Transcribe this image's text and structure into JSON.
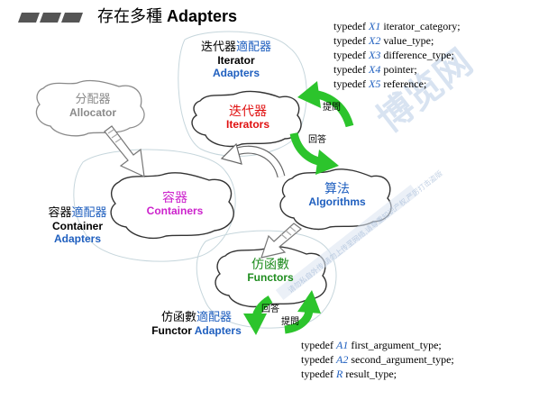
{
  "title": {
    "zh": "存在多種",
    "en": "Adapters"
  },
  "colors": {
    "black": "#000000",
    "blue": "#1f5fbf",
    "red": "#e01010",
    "magenta": "#cc22cc",
    "green": "#1e8c1e",
    "grey": "#8a8a8a",
    "arrowGreen": "#2cc42c",
    "watermark": "#b9cde6"
  },
  "iterator_adapters": {
    "zh_a": "迭代器",
    "zh_b": "適配器",
    "en_a": "Iterator",
    "en_b": "Adapters"
  },
  "allocator": {
    "zh": "分配器",
    "en": "Allocator"
  },
  "iterators": {
    "zh": "迭代器",
    "en": "Iterators"
  },
  "containers": {
    "zh": "容器",
    "en": "Containers"
  },
  "container_adapters": {
    "zh_a": "容器",
    "zh_b": "適配器",
    "en_a": "Container",
    "en_b": "Adapters"
  },
  "algorithms": {
    "zh": "算法",
    "en": "Algorithms"
  },
  "functors": {
    "zh": "仿函數",
    "en": "Functors"
  },
  "functor_adapters": {
    "zh_a": "仿函數",
    "zh_b": "適配器",
    "en_a": "Functor",
    "en_b": "Adapters"
  },
  "arrow_labels": {
    "ask_top": "提問",
    "answer_top": "回答",
    "answer_bottom": "回答",
    "ask_bottom": "提問"
  },
  "iterator_typedefs": [
    {
      "kw": "typedef",
      "var": "X1",
      "name": "iterator_category;"
    },
    {
      "kw": "typedef",
      "var": "X2",
      "name": "value_type;"
    },
    {
      "kw": "typedef",
      "var": "X3",
      "name": "difference_type;"
    },
    {
      "kw": "typedef",
      "var": "X4",
      "name": "pointer;"
    },
    {
      "kw": "typedef",
      "var": "X5",
      "name": "reference;"
    }
  ],
  "functor_typedefs": [
    {
      "kw": "typedef",
      "var": "A1",
      "name": "first_argument_type;"
    },
    {
      "kw": "typedef",
      "var": "A2",
      "name": "second_argument_type;"
    },
    {
      "kw": "typedef",
      "var": "R",
      "name": "result_type;"
    }
  ],
  "watermark": {
    "big": "博览网",
    "small": "请勿私自外传,请勿上传至网络,请尊重知识产权,严厉打击盗版"
  }
}
